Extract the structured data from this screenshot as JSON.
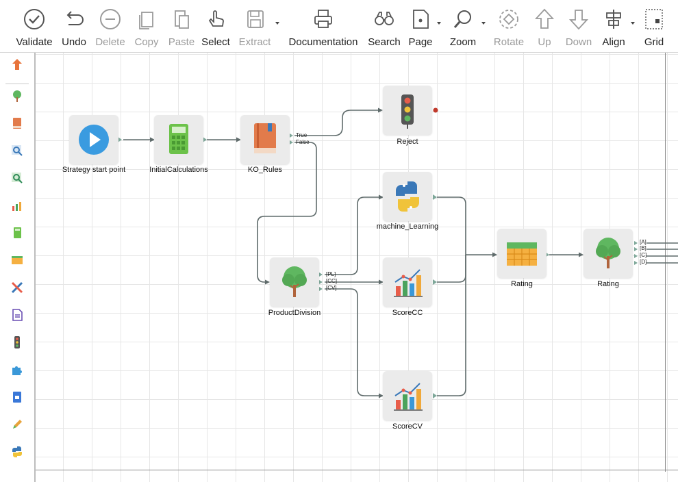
{
  "toolbar": {
    "validate": "Validate",
    "undo": "Undo",
    "delete": "Delete",
    "copy": "Copy",
    "paste": "Paste",
    "select": "Select",
    "extract": "Extract",
    "documentation": "Documentation",
    "search": "Search",
    "page": "Page",
    "zoom": "Zoom",
    "rotate": "Rotate",
    "up": "Up",
    "down": "Down",
    "align": "Align",
    "grid": "Grid"
  },
  "palette": {
    "icons": [
      "start-icon",
      "tree-icon",
      "book-icon",
      "search-chart-icon",
      "magnifier-icon",
      "bar-chart-icon",
      "calculator-icon",
      "table-icon",
      "crossed-pen-icon",
      "document-icon",
      "traffic-light-icon",
      "puzzle-icon",
      "word-doc-icon",
      "pen-icon",
      "python-icon"
    ]
  },
  "nodes": {
    "start": {
      "label": "Strategy start point",
      "icon": "play-icon"
    },
    "initial": {
      "label": "InitialCalculations",
      "icon": "calculator-icon"
    },
    "ko": {
      "label": "KO_Rules",
      "icon": "book-icon"
    },
    "reject": {
      "label": "Reject",
      "icon": "traffic-light-icon"
    },
    "ml": {
      "label": "machine_Learning",
      "icon": "python-icon"
    },
    "product": {
      "label": "ProductDivision",
      "icon": "tree-icon"
    },
    "scorecc": {
      "label": "ScoreCC",
      "icon": "bar-chart-icon"
    },
    "scorecv": {
      "label": "ScoreCV",
      "icon": "bar-chart-icon"
    },
    "rating1": {
      "label": "Rating",
      "icon": "table-icon"
    },
    "rating2": {
      "label": "Rating",
      "icon": "tree-icon"
    }
  },
  "ports": {
    "ko_true": "True",
    "ko_false": "False",
    "pd_pl": "[PL]",
    "pd_cc": "[CC]",
    "pd_cv": "[CV]",
    "r_a": "[A]",
    "r_b": "[B]",
    "r_c": "[C]",
    "r_d": "[D]"
  },
  "colors": {
    "connector": "#5f6b6b",
    "reject_marker": "#c0392b",
    "node_bg": "#ebebeb"
  }
}
